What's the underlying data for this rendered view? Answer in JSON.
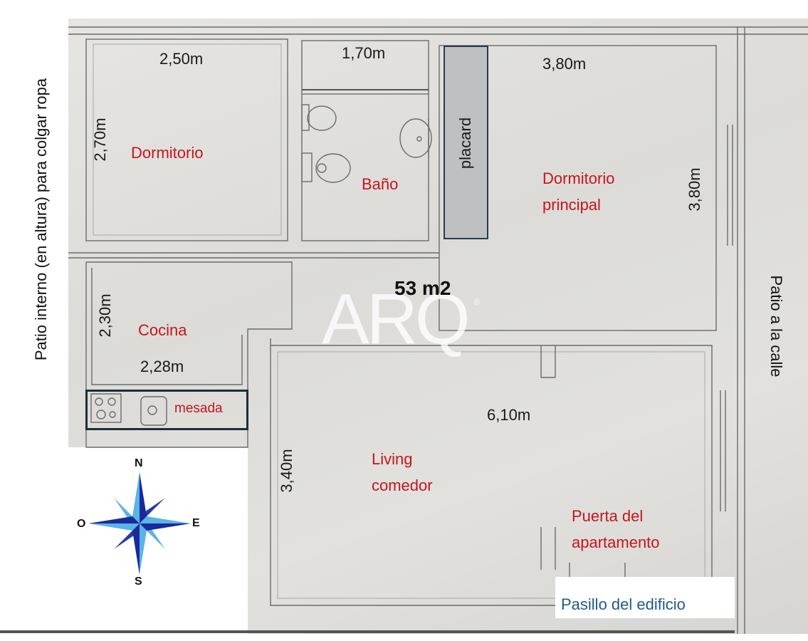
{
  "side_labels": {
    "left": "Patio interno (en altura) para colgar ropa",
    "right": "Patio a la calle"
  },
  "dimensions": {
    "dormitorio_w": "2,50m",
    "dormitorio_h": "2,70m",
    "bano_w": "1,70m",
    "principal_w": "3,80m",
    "principal_h": "3,80m",
    "cocina_h": "2,30m",
    "cocina_w": "2,28m",
    "living_w": "6,10m",
    "living_h": "3,40m"
  },
  "rooms": {
    "dormitorio": "Dormitorio",
    "bano": "Baño",
    "placard": "placard",
    "principal_line1": "Dormitorio",
    "principal_line2": "principal",
    "cocina": "Cocina",
    "mesada": "mesada",
    "living_line1": "Living",
    "living_line2": "comedor",
    "puerta_line1": "Puerta del",
    "puerta_line2": "apartamento",
    "pasillo": "Pasillo del edificio"
  },
  "total_area": "53 m2",
  "watermark": "ARQ",
  "watermark_mark": "®",
  "compass": {
    "n": "N",
    "s": "S",
    "e": "E",
    "o": "O"
  },
  "colors": {
    "room_label": "#c4161c",
    "pasillo_label": "#1f5a8c",
    "compass_dark": "#1a2a9c",
    "compass_light": "#5ab4e6"
  }
}
